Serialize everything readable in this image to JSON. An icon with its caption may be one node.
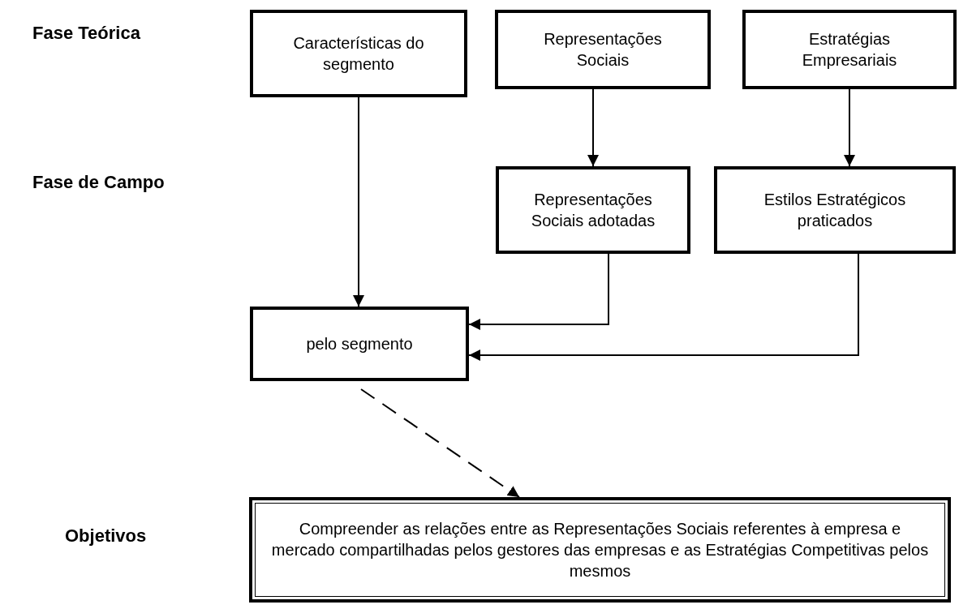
{
  "diagram": {
    "nodes": [
      {
        "text": [
          "Características do segmento"
        ]
      },
      {
        "text": [
          "Representações Sociais"
        ]
      },
      {
        "text": [
          "Estratégias Empresariais"
        ]
      },
      {
        "text": [
          "Representações Sociais adotadas"
        ]
      },
      {
        "text": [
          "Estilos Estratégicos praticados"
        ]
      },
      {
        "text": [
          "pelo segmento"
        ]
      },
      {
        "text": [
          "Compreender as relações entre as Representações Sociais referentes à empresa e mercado compartilhadas pelos gestores das empresas e as Estratégias Competitivas pelos mesmos"
        ]
      }
    ],
    "edges": [
      {
        "from": 1,
        "to": 3,
        "arrow": "to"
      },
      {
        "from": 2,
        "to": 4,
        "arrow": "to"
      },
      {
        "from": 0,
        "to": 5,
        "arrow": "to"
      },
      {
        "from": 3,
        "to": 5,
        "arrow": "to"
      },
      {
        "from": 4,
        "to": 5,
        "arrow": "to"
      },
      {
        "from": 5,
        "to": 6,
        "arrow": "to",
        "style": "dashed"
      }
    ],
    "labels": [
      "Fase Teórica",
      "Fase de Campo",
      "Objetivos"
    ]
  }
}
